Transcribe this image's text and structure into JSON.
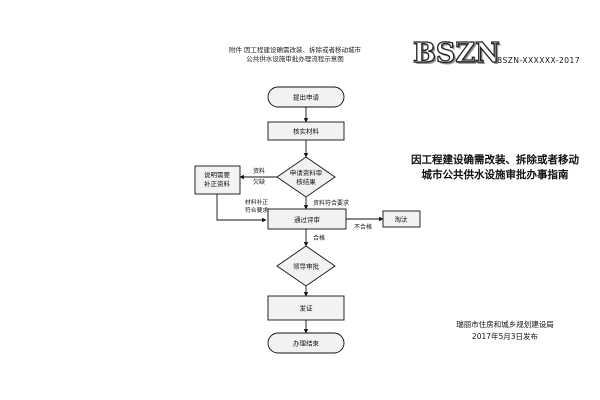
{
  "header": {
    "line1": "附件  因工程建设确需改装、拆除或者移动城市",
    "line2": "公共供水设施审批办理流程示意图",
    "logo": "BSZN",
    "code": "BSZN-XXXXXX-2017"
  },
  "guide_title": {
    "line1": "因工程建设确需改装、拆除或者移动",
    "line2": "城市公共供水设施审批办事指南"
  },
  "footer": {
    "issuer": "瑞丽市住房和城乡规划建设局",
    "date": "2017年5月3日发布"
  },
  "flow": {
    "start": "提出申请",
    "verify": "核实材料",
    "check_1": "申请资料审",
    "check_2": "核结果",
    "notify_1": "说明需要",
    "notify_2": "补正资料",
    "lack_1": "资料",
    "lack_2": "欠缺",
    "supplement_1": "材料补正",
    "supplement_2": "符合要求",
    "meets": "资料符合要求",
    "review": "通过评审",
    "fail": "不合格",
    "reject": "淘汰",
    "pass": "合格",
    "approve": "领导审批",
    "issue": "发证",
    "end": "办理结束"
  }
}
